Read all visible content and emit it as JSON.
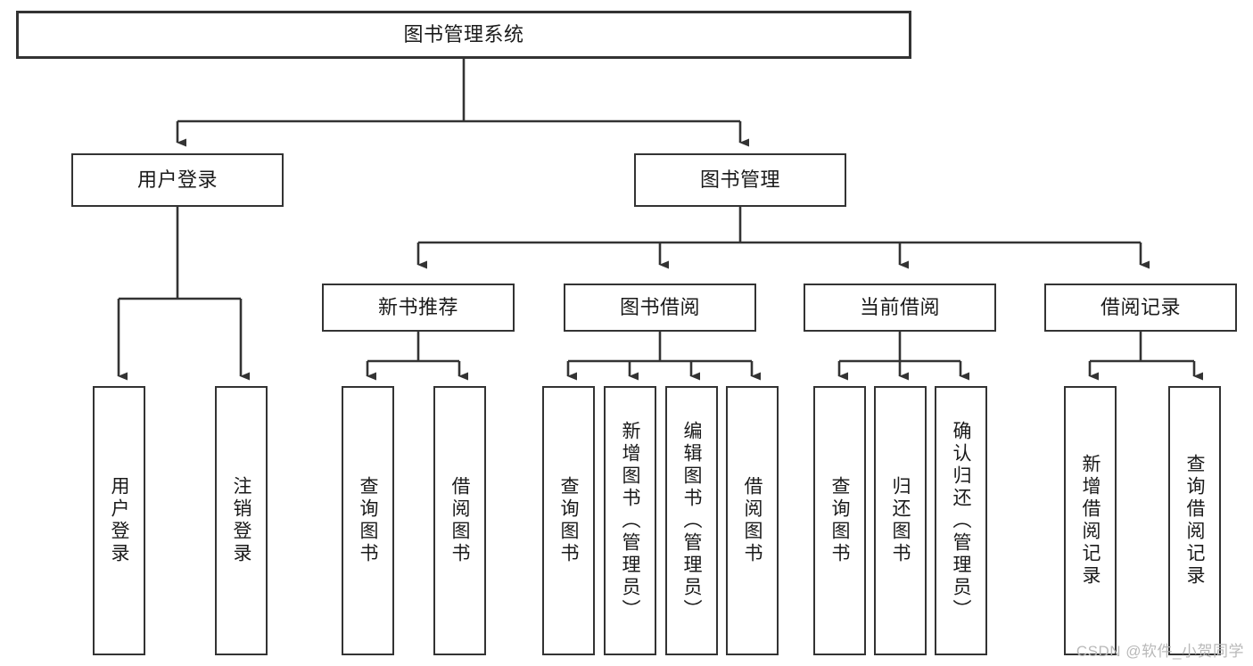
{
  "diagram": {
    "type": "tree-hierarchy",
    "title": "图书管理系统",
    "orientation": "top-down",
    "colors": {
      "stroke": "#333333",
      "background": "#ffffff",
      "text": "#1a1a1a",
      "watermark": "#b9b9b9"
    },
    "nodes": {
      "root": {
        "label": "图书管理系统"
      },
      "level2": [
        {
          "label": "用户登录"
        },
        {
          "label": "图书管理"
        }
      ],
      "level3": [
        {
          "label": "新书推荐"
        },
        {
          "label": "图书借阅"
        },
        {
          "label": "当前借阅"
        },
        {
          "label": "借阅记录"
        }
      ],
      "leaves": {
        "user_login": [
          {
            "label": "用户登录"
          },
          {
            "label": "注销登录"
          }
        ],
        "new_book_recommend": [
          {
            "label": "查询图书"
          },
          {
            "label": "借阅图书"
          }
        ],
        "book_borrow": [
          {
            "label": "查询图书"
          },
          {
            "label": "新增图书（管理员）"
          },
          {
            "label": "编辑图书（管理员）"
          },
          {
            "label": "借阅图书"
          }
        ],
        "current_borrow": [
          {
            "label": "查询图书"
          },
          {
            "label": "归还图书"
          },
          {
            "label": "确认归还（管理员）"
          }
        ],
        "borrow_records": [
          {
            "label": "新增借阅记录"
          },
          {
            "label": "查询借阅记录"
          }
        ]
      }
    }
  },
  "watermark": {
    "text": "CSDN @软件_小贺同学"
  }
}
